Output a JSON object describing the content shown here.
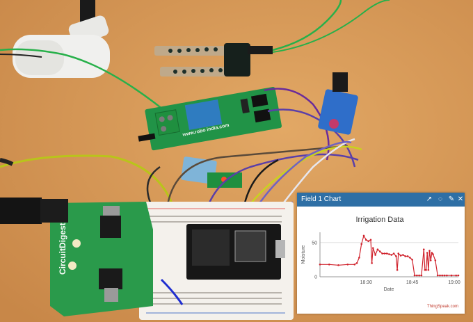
{
  "board": {
    "relay_brand": "www.robo india.com",
    "brand": "CircuitDigest"
  },
  "card": {
    "header_title": "Field 1 Chart",
    "footer": "ThingSpeak.com"
  },
  "icons": [
    "open-window-icon",
    "comment-icon",
    "edit-icon",
    "close-icon"
  ],
  "colors": {
    "header": "#2e6fa5",
    "line": "#d0222c",
    "table": "#d69a5a",
    "pcb": "#2a9a4b"
  },
  "chart_data": {
    "type": "line",
    "title": "Irrigation Data",
    "xlabel": "Date",
    "ylabel": "Moisture",
    "x_ticks": [
      "18:30",
      "18:45",
      "19:00"
    ],
    "y_ticks": [
      0,
      50
    ],
    "ylim": [
      0,
      65
    ],
    "grid": true,
    "series": [
      {
        "x": [
          0,
          4,
          8,
          12,
          15,
          16,
          17,
          18,
          19,
          20,
          21,
          22,
          22.5,
          23,
          24,
          25,
          26,
          27,
          28,
          29,
          30,
          31,
          32,
          33,
          33.5,
          34,
          35,
          36,
          37,
          38,
          39,
          40,
          41,
          42,
          43,
          44,
          45,
          45.5,
          46,
          46.5,
          47,
          47.5,
          48,
          48.5,
          49,
          50,
          51,
          52,
          53,
          54,
          55,
          57,
          59,
          60
        ],
        "y": [
          18,
          18,
          17,
          18,
          18,
          20,
          28,
          48,
          60,
          54,
          52,
          54,
          20,
          42,
          32,
          40,
          37,
          34,
          34,
          34,
          33,
          32,
          34,
          30,
          10,
          34,
          31,
          32,
          30,
          30,
          28,
          25,
          2,
          2,
          2,
          2,
          40,
          10,
          10,
          35,
          10,
          38,
          24,
          35,
          33,
          24,
          2,
          2,
          2,
          2,
          2,
          2,
          2,
          2
        ]
      }
    ]
  }
}
